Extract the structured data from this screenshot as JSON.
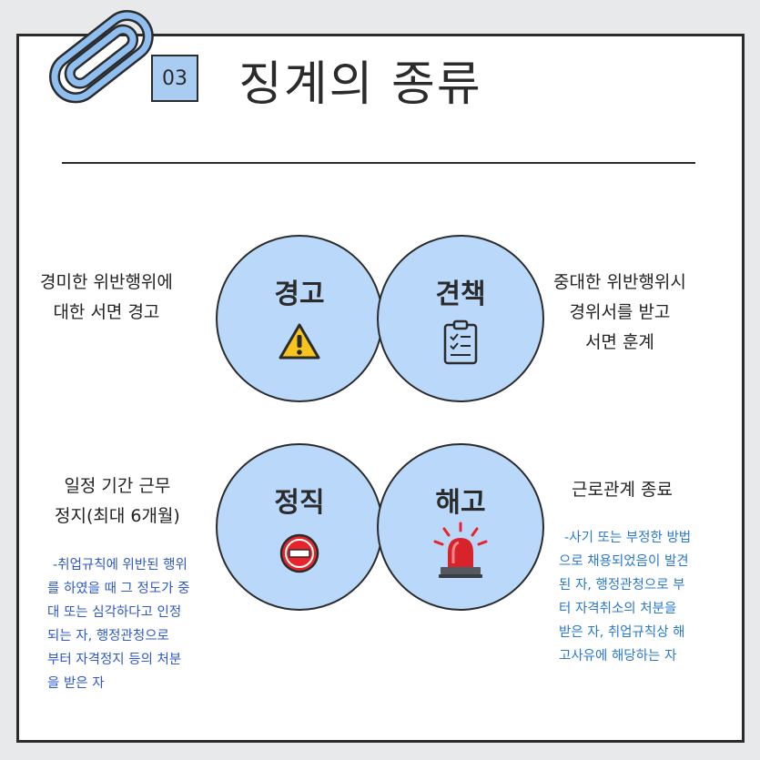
{
  "header": {
    "badge": "03",
    "title": "징계의 종류"
  },
  "colors": {
    "circle_fill": "#b9d8fa",
    "badge_fill": "#a9cdf2",
    "note_left": "#2f58c8",
    "note_right": "#2b78cf"
  },
  "types": {
    "warning": {
      "label": "경고",
      "icon": "warning-triangle-icon",
      "desc": [
        "경미한 위반행위에",
        "대한 서면 경고"
      ]
    },
    "reprimand": {
      "label": "견책",
      "icon": "clipboard-checklist-icon",
      "desc": [
        "중대한 위반행위시",
        "경위서를 받고",
        "서면 훈계"
      ]
    },
    "suspension": {
      "label": "정직",
      "icon": "no-entry-icon",
      "desc": [
        "일정 기간 근무",
        "정지(최대 6개월)"
      ],
      "note": [
        "-취업규칙에 위반된 행위",
        "를 하였을 때 그 정도가 중",
        "대 또는 심각하다고 인정",
        "되는 자, 행정관청으로",
        "부터 자격정지 등의 처분",
        "을 받은 자"
      ]
    },
    "dismissal": {
      "label": "해고",
      "icon": "siren-icon",
      "desc": [
        "근로관계 종료"
      ],
      "note": [
        "-사기 또는 부정한 방법",
        "으로 채용되었음이 발견",
        "된 자,  행정관청으로 부",
        "터 자격취소의 처분을",
        "받은 자, 취업규칙상 해",
        "고사유에 해당하는 자"
      ]
    }
  }
}
